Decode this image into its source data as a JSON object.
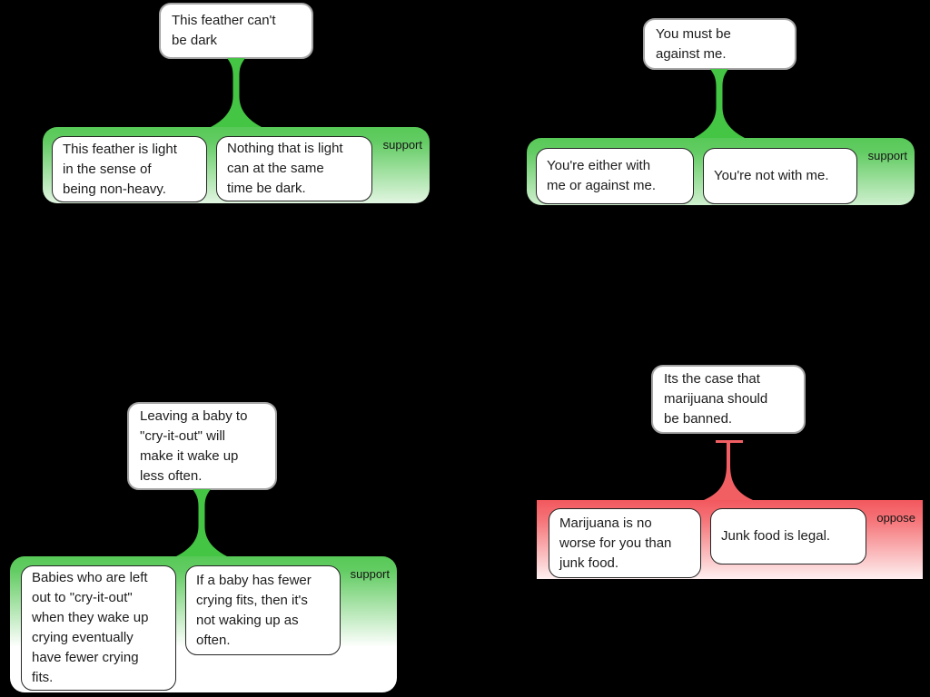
{
  "canvas": {
    "background": "#000000"
  },
  "colors": {
    "support_accent": "#44c544",
    "support_group_top": "#57c957",
    "oppose_accent": "#f25f63",
    "oppose_group_top": "#f2585e",
    "node_fill": "#ffffff",
    "claim_border": "#a3a3a3",
    "premise_border": "#262626",
    "text": "#1c1c1c"
  },
  "trees": [
    {
      "relation": "support",
      "relation_label": "support",
      "claim": "This feather can't\nbe dark",
      "premises": [
        "This feather is light\nin the sense of\nbeing non-heavy.",
        "Nothing that is light\ncan at the same\ntime be dark."
      ]
    },
    {
      "relation": "support",
      "relation_label": "support",
      "claim": "You must be\nagainst me.",
      "premises": [
        "You're either with\nme or against me.",
        "You're not with me."
      ]
    },
    {
      "relation": "support",
      "relation_label": "support",
      "claim": "Leaving a baby to\n\"cry-it-out\" will\nmake it wake up\nless often.",
      "premises": [
        "Babies who are left\nout to \"cry-it-out\"\nwhen they wake up\ncrying eventually\nhave fewer crying\nfits.",
        "If a baby has fewer\ncrying fits, then it's\nnot waking up as\noften."
      ]
    },
    {
      "relation": "oppose",
      "relation_label": "oppose",
      "claim": "Its the case that\nmarijuana should\nbe banned.",
      "premises": [
        "Marijuana is no\nworse for you than\njunk food.",
        "Junk food is legal."
      ]
    }
  ]
}
